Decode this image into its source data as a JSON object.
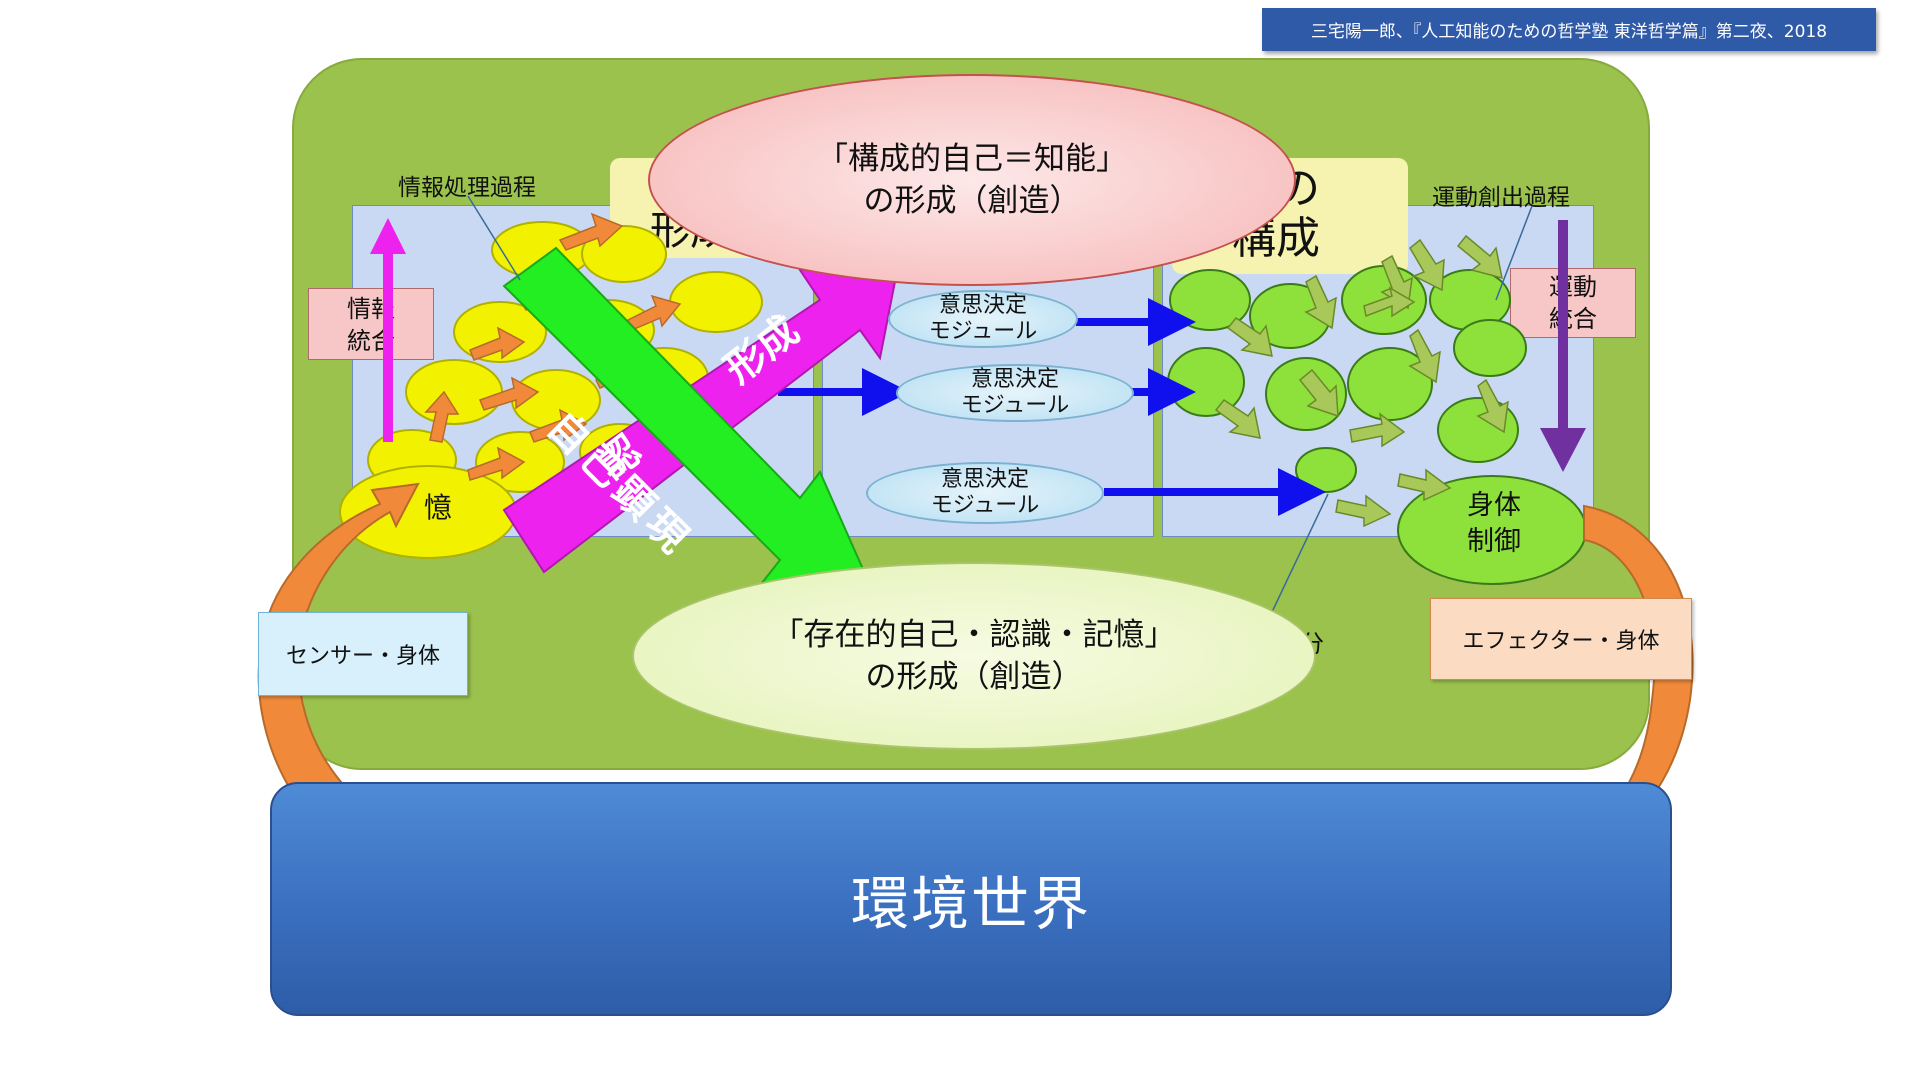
{
  "citation": "三宅陽一郎、『人工知能のための哲学塾 東洋哲学篇』第二夜、2018",
  "environment": "環境世界",
  "left_process": "情報処理過程",
  "right_process": "運動創出過程",
  "info_integration": [
    "情報",
    "統合"
  ],
  "motion_integration": [
    "運動",
    "統合"
  ],
  "memory_fragment": "憶",
  "cognition_title_fragment": "形成",
  "action_title_fragment": [
    "動の",
    "構成"
  ],
  "modules": [
    [
      "意思決定",
      "モジュール"
    ],
    [
      "意思決定",
      "モジュール"
    ],
    [
      "意思決定",
      "モジュール"
    ]
  ],
  "body_control": [
    "身体",
    "制御"
  ],
  "fragment_small": "分",
  "ellipse_top": [
    "「構成的自己＝知能」",
    "の形成（創造）"
  ],
  "ellipse_bottom": [
    "「存在的自己・認識・記憶」",
    "の形成（創造）"
  ],
  "arrow_magenta": [
    "認",
    "形成"
  ],
  "arrow_green": "自己顕現",
  "sensor": "センサー・身体",
  "effector": "エフェクター・身体",
  "colors": {
    "panel_green": "#9bc24d",
    "world_blue": "#3a6fbf",
    "magenta_arrow": "#ee22ee",
    "green_arrow": "#22ee22",
    "orange_arrow": "#f08a3a",
    "blue_arrow": "#1010ee",
    "purple_arrow": "#7030a0"
  },
  "icons": [
    "orange-curved-arrow-icon",
    "blue-arrow-icon",
    "magenta-arrow-icon",
    "green-arrow-icon",
    "purple-arrow-icon"
  ]
}
